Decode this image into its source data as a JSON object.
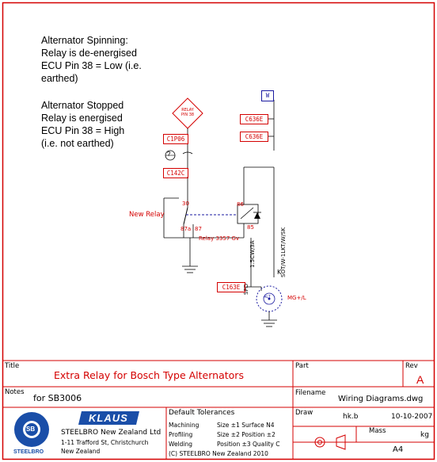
{
  "notes": {
    "spinning": "Alternator Spinning:\nRelay is de-energised\nECU Pin 38 = Low (i.e.\nearthed)",
    "stopped": "Alternator Stopped\nRelay is energised\nECU Pin 38 = High\n(i.e. not earthed)"
  },
  "labels": {
    "connector_top": "W",
    "warning_diamond": "RELAY\nPIN 38",
    "box_left_1": "C1P06",
    "box_left_2": "C142C",
    "box_right_1": "C636E",
    "box_right_2": "C636E",
    "box_bottom": "C163E",
    "circle_label": "?",
    "pin_30": "30",
    "pin_87a": "87a",
    "pin_87": "87",
    "pin_86": "86",
    "pin_85": "85",
    "new_relay": "New Relay",
    "relay_part": "Relay 3357 Gv",
    "wire_1": "1.5CW/3A",
    "wire_2": "SOT/W-1LKT/W/SK",
    "wire_k": "K",
    "wire_left": "SPD",
    "alt_label": "ALT",
    "alt_tag": "MG+/L"
  },
  "title_block": {
    "title_label": "Title",
    "title_value": "Extra Relay for Bosch Type Alternators",
    "part_label": "Part",
    "rev_label": "Rev",
    "rev_value": "A",
    "notes_label": "Notes",
    "notes_value": "for SB3006",
    "filename_label": "Filename",
    "filename_value": "Wiring Diagrams.dwg",
    "logo_name": "KLAUS",
    "company": "STEELBRO New Zealand Ltd",
    "address_1": "1-11 Trafford St, Christchurch",
    "address_2": "New Zealand",
    "steelbro_mark": "STEELBRO",
    "sb_mark": "SB",
    "tolerances_header": "Default Tolerances",
    "tol_rows": [
      {
        "label": "Machining",
        "value": "Size ±1  Surface N4"
      },
      {
        "label": "Profiling",
        "value": "Size ±2  Position ±2"
      },
      {
        "label": "Welding",
        "value": "Position ±3  Quality C"
      }
    ],
    "copyright": "(C) STEELBRO New Zealand 2010",
    "draw_label": "Draw",
    "drawn_by": "hk.b",
    "date": "10-10-2007",
    "mass_label": "Mass",
    "mass_unit": "kg",
    "sheet_size": "A4"
  },
  "colors": {
    "border": "#d40000",
    "wire": "#1a1aa0",
    "text": "#000000"
  }
}
